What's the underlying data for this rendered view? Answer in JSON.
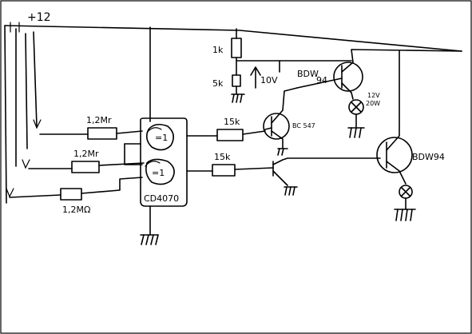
{
  "supply": {
    "label": "+12"
  },
  "resistors": {
    "r_1k": "1k",
    "r_5k": "5k",
    "r_in1": "1,2Mr",
    "r_in2": "1,2Mr",
    "r_in3": "1,2MΩ",
    "r_base1": "15k",
    "r_base2": "15k"
  },
  "annotations": {
    "voltage": "10V"
  },
  "ic": {
    "part": "CD4070",
    "gate_top": "=1",
    "gate_bottom": "=1"
  },
  "transistors": {
    "t_bc": "BC 547",
    "t_bdw_top_line1": "BDW",
    "t_bdw_top_line2": "94",
    "t_bdw_right": "BDW94"
  },
  "lamp": {
    "line1": "12V",
    "line2": "20W"
  }
}
